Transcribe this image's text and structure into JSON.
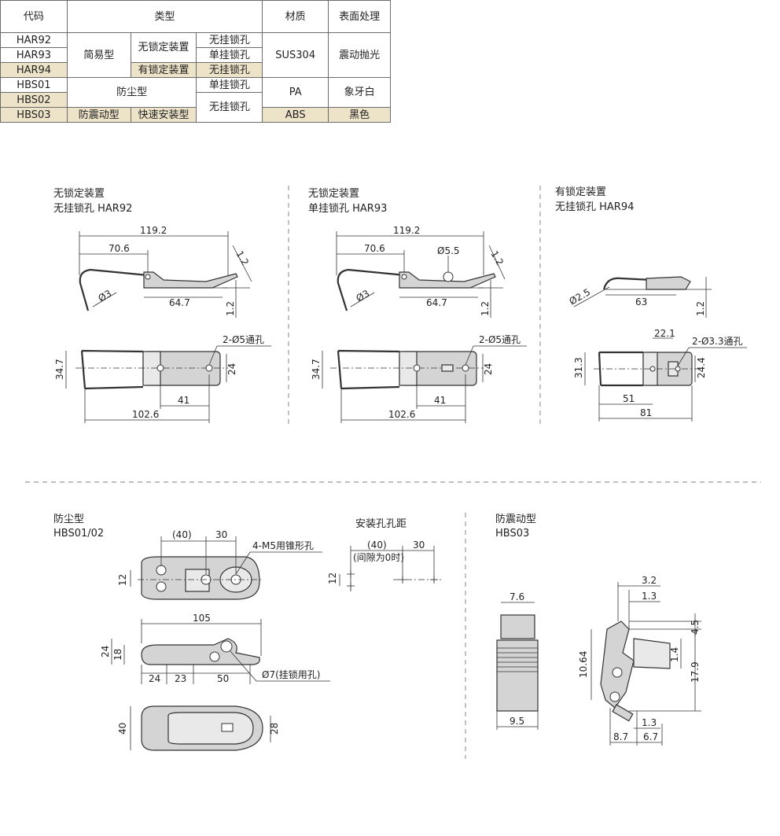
{
  "table": {
    "headers": [
      "代码",
      "类型",
      "材质",
      "表面处理"
    ],
    "codes": [
      "HAR92",
      "HAR93",
      "HAR94",
      "HBS01",
      "HBS02",
      "HBS03"
    ],
    "type_simple": "简易型",
    "type_no_lock_device": "无锁定装置",
    "type_lock_device": "有锁定装置",
    "type_no_lock_hole": "无挂锁孔",
    "type_single_lock_hole": "单挂锁孔",
    "type_dustproof": "防尘型",
    "type_shockproof": "防震动型",
    "type_quick_install": "快速安装型",
    "material_sus": "SUS304",
    "material_pa": "PA",
    "material_abs": "ABS",
    "finish_vibration": "震动抛光",
    "finish_ivory": "象牙白",
    "finish_black": "黑色",
    "highlight_color": "#ede3c9"
  },
  "drawings": {
    "har92": {
      "caption_line1": "无锁定装置",
      "caption_line2": "无挂锁孔  HAR92",
      "dims": {
        "d1192": "119.2",
        "d706": "70.6",
        "d12a": "1.2",
        "d3": "Ø3",
        "d647": "64.7",
        "d12b": "1.2",
        "holes": "2-Ø5通孔",
        "d347": "34.7",
        "d24": "24",
        "d41": "41",
        "d1026": "102.6"
      }
    },
    "har93": {
      "caption_line1": "无锁定装置",
      "caption_line2": "单挂锁孔  HAR93",
      "dims": {
        "d1192": "119.2",
        "d706": "70.6",
        "d55": "Ø5.5",
        "d12a": "1.2",
        "d3": "Ø3",
        "d647": "64.7",
        "d12b": "1.2",
        "holes": "2-Ø5通孔",
        "d347": "34.7",
        "d24": "24",
        "d41": "41",
        "d1026": "102.6"
      }
    },
    "har94": {
      "caption_line1": "有锁定装置",
      "caption_line2": "无挂锁孔  HAR94",
      "dims": {
        "d25": "Ø2.5",
        "d63": "63",
        "d12": "1.2",
        "d221": "22.1",
        "holes": "2-Ø3.3通孔",
        "d313": "31.3",
        "d244": "24.4",
        "d51": "51",
        "d81": "81"
      }
    },
    "hbs0102": {
      "caption_line1": "防尘型",
      "caption_line2": "HBS01/02",
      "dims": {
        "d40p": "(40)",
        "d30": "30",
        "m5": "4-M5用锥形孔",
        "d12": "12",
        "d105": "105",
        "d24v": "24",
        "d18": "18",
        "d24h": "24",
        "d23": "23",
        "d50": "50",
        "d7": "Ø7(挂锁用孔)",
        "d40v": "40",
        "d28": "28"
      }
    },
    "mount": {
      "caption": "安装孔孔距",
      "d40p": "(40)",
      "gap_note": "(间隙为0时)",
      "d30": "30",
      "d12": "12"
    },
    "hbs03": {
      "caption_line1": "防震动型",
      "caption_line2": "HBS03",
      "dims": {
        "d76": "7.6",
        "d95": "9.5",
        "d32": "3.2",
        "d13a": "1.3",
        "d45": "4.5",
        "d1064": "10.64",
        "d14": "1.4",
        "d179": "17.9",
        "d13b": "1.3",
        "d87": "8.7",
        "d67": "6.7"
      }
    }
  }
}
